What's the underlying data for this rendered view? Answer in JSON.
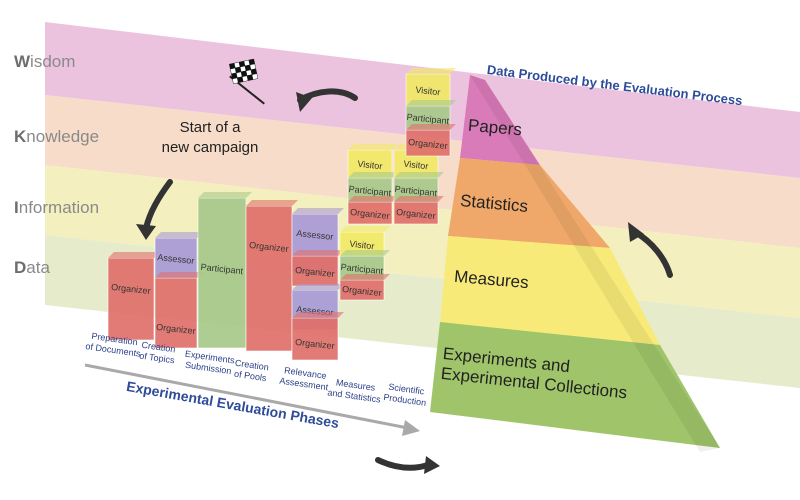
{
  "title": "Data Produced by the Evaluation Process",
  "bands": [
    {
      "initial": "W",
      "rest": "isdom",
      "color": "#e9b8d8"
    },
    {
      "initial": "K",
      "rest": "nowledge",
      "color": "#f4d6c0"
    },
    {
      "initial": "I",
      "rest": "nformation",
      "color": "#f2ecb4"
    },
    {
      "initial": "D",
      "rest": "ata",
      "color": "#e2e9c2"
    }
  ],
  "campaign_note": [
    "Start of  a",
    "new campaign"
  ],
  "pyramid_levels": [
    {
      "label": "Papers",
      "color": "#d97bb8"
    },
    {
      "label": "Statistics",
      "color": "#f0a86a"
    },
    {
      "label": "Measures",
      "color": "#f7ea78"
    },
    {
      "label_lines": [
        "Experiments and",
        "Experimental Collections"
      ],
      "color": "#9fc46a"
    }
  ],
  "axis_title": "Experimental Evaluation Phases",
  "phases": [
    [
      "Preparation",
      "of Documents"
    ],
    [
      "Creation",
      "of Topics"
    ],
    [
      "Experiments",
      "Submission"
    ],
    [
      "Creation",
      "of Pools"
    ],
    [
      "Relevance",
      "Assessment"
    ],
    [
      "Measures",
      "and Statistics"
    ],
    [
      "Scientific",
      "Production"
    ]
  ],
  "roles": {
    "organizer": "Organizer",
    "assessor": "Assessor",
    "participant": "Participant",
    "visitor": "Visitor"
  },
  "colors": {
    "organizer": "#e0706a",
    "assessor": "#a99ad6",
    "participant": "#a8c98a",
    "visitor": "#f1ea66",
    "accent": "#2f4c9a"
  }
}
